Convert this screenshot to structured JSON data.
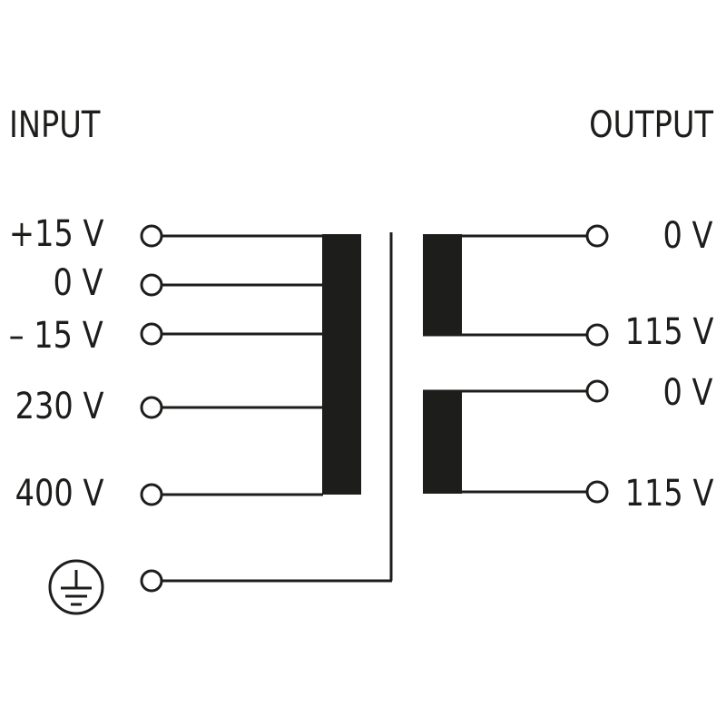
{
  "input": {
    "title": "INPUT",
    "terminals": [
      "+15 V",
      "0 V",
      "– 15 V",
      "230 V",
      "400 V"
    ],
    "ground_icon": "protective-earth-icon"
  },
  "output": {
    "title": "OUTPUT",
    "terminals": [
      "0 V",
      "115 V",
      "0 V",
      "115 V"
    ]
  },
  "colors": {
    "line": "#1d1d1b",
    "winding": "#1d1d1b",
    "background": "#ffffff"
  }
}
